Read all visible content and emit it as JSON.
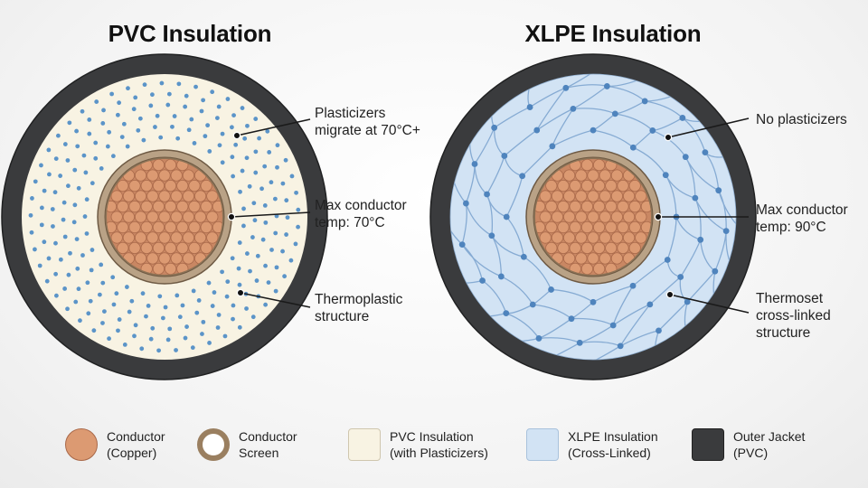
{
  "titles": {
    "pvc": "PVC Insulation",
    "xlpe": "XLPE Insulation"
  },
  "pvc_labels": {
    "plasticizers": "Plasticizers\nmigrate at 70°C+",
    "max_temp": "Max conductor\ntemp: 70°C",
    "structure": "Thermoplastic\nstructure"
  },
  "xlpe_labels": {
    "plasticizers": "No plasticizers",
    "max_temp": "Max conductor\ntemp: 90°C",
    "structure": "Thermoset\ncross-linked\nstructure"
  },
  "legend": [
    {
      "label": "Conductor\n(Copper)"
    },
    {
      "label": "Conductor\nScreen"
    },
    {
      "label": "PVC Insulation\n(with Plasticizers)"
    },
    {
      "label": "XLPE Insulation\n(Cross-Linked)"
    },
    {
      "label": "Outer Jacket\n(PVC)"
    }
  ],
  "colors": {
    "jacket": "#3a3b3d",
    "pvc_insulation": "#f8f3e3",
    "plasticizer_dot": "#5b94c8",
    "xlpe_insulation": "#d2e3f4",
    "xlpe_network": "#4f84bd",
    "screen": "#b9a286",
    "copper": "#dc9a72",
    "copper_edge": "#a9694a"
  }
}
